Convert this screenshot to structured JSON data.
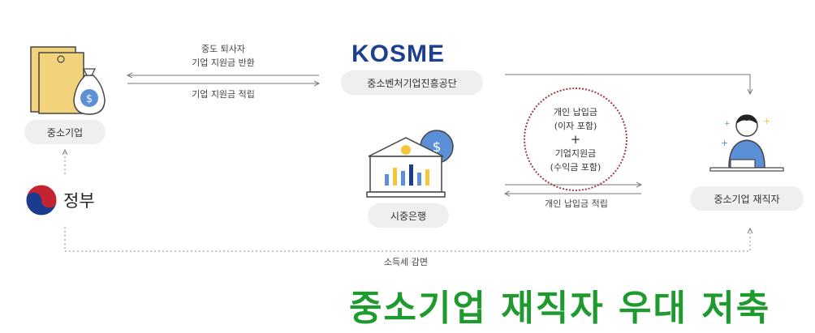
{
  "nodes": {
    "sme": "중소기업",
    "kosme_logo": "KOSME",
    "kosme": "중소벤처기업진흥공단",
    "bank": "시중은행",
    "worker": "중소기업 재직자",
    "gov": "정부"
  },
  "labels": {
    "return_line1": "중도 퇴사자",
    "return_line2": "기업 지원금 반환",
    "accumulate": "기업 지원금 적립",
    "circle_line1": "개인 납입금",
    "circle_line2": "(이자 포함)",
    "circle_plus": "+",
    "circle_line3": "기업지원금",
    "circle_line4": "(수익금 포함)",
    "personal_accumulate": "개인 납입금 적립",
    "tax": "소득세 감면"
  },
  "title": "중소기업 재직자 우대 저축",
  "colors": {
    "title": "#1f9a2f",
    "kosme": "#1d3f8f",
    "accent": "#4a7fd0",
    "envelope": "#f3d27c"
  }
}
